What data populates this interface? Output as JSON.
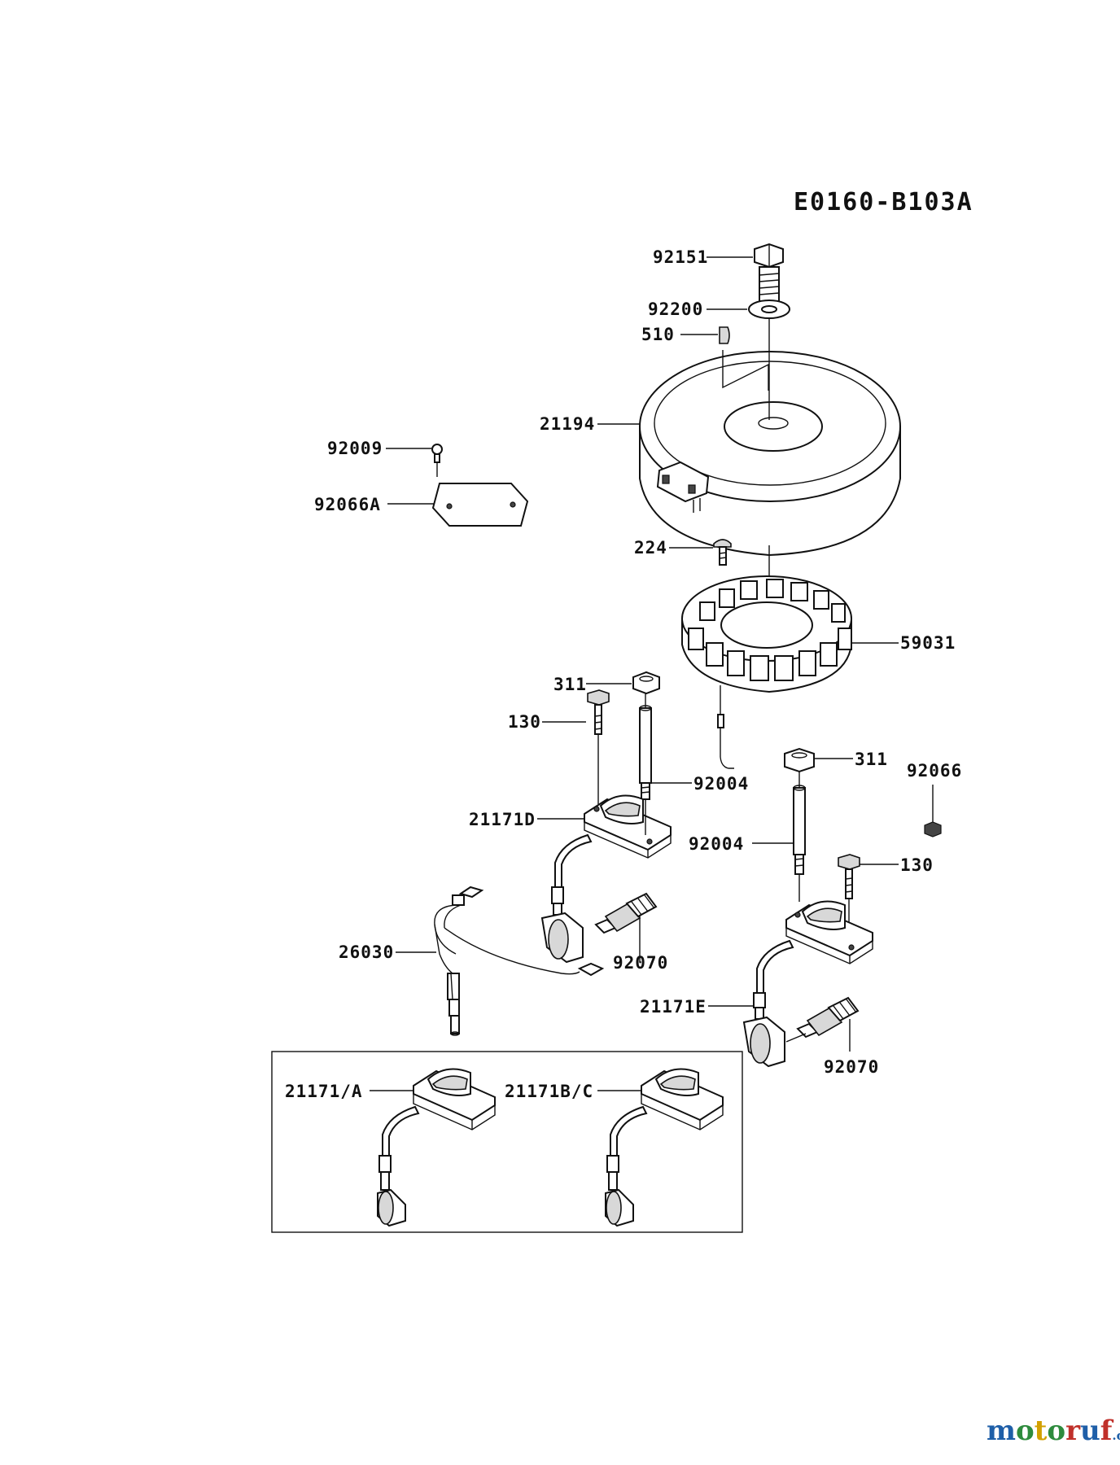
{
  "diagram": {
    "code": "E0160-B103A",
    "labels": {
      "p92151": "92151",
      "p92200": "92200",
      "p510": "510",
      "p21194": "21194",
      "p92009": "92009",
      "p92066A": "92066A",
      "p224": "224",
      "p59031": "59031",
      "p311a": "311",
      "p130a": "130",
      "p92004a": "92004",
      "p311b": "311",
      "p92066": "92066",
      "p21171D": "21171D",
      "p92004b": "92004",
      "p130b": "130",
      "p26030": "26030",
      "p92070a": "92070",
      "p21171E": "21171E",
      "p92070b": "92070",
      "p21171A": "21171/A",
      "p21171BC": "21171B/C"
    }
  },
  "watermark": {
    "main": "motoruf",
    "suffix": ".de",
    "colors": [
      "#1f5fa8",
      "#2e8b3d",
      "#d2a000",
      "#c0302a"
    ]
  }
}
